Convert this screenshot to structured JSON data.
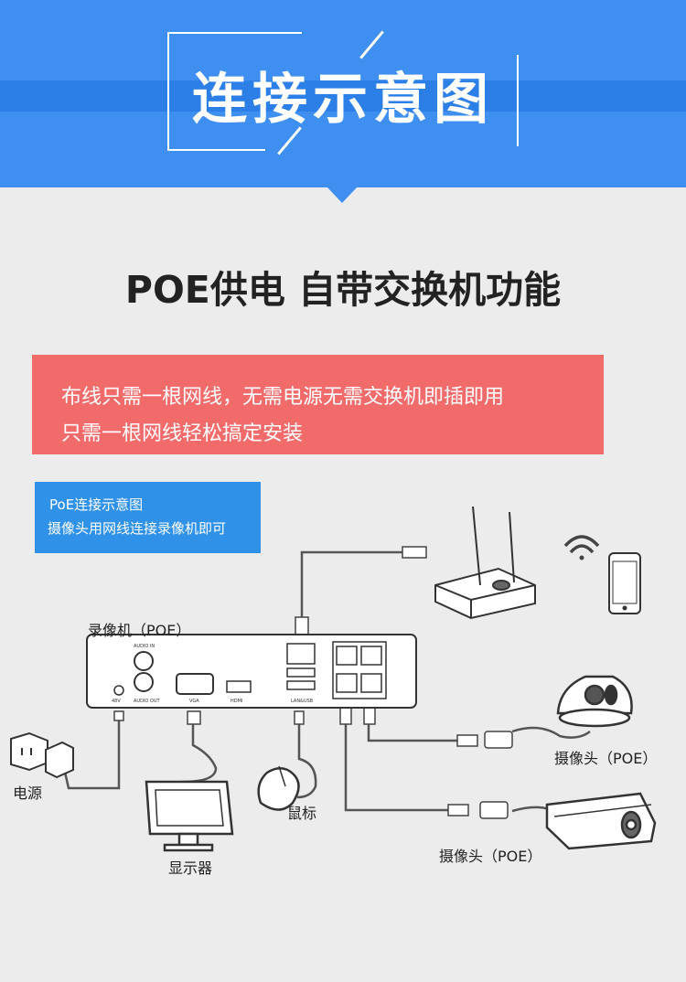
{
  "banner": {
    "title": "连接示意图",
    "color": "#3f8ff0"
  },
  "headline": "POE供电 自带交换机功能",
  "highlight": {
    "line1": "布线只需一根网线，无需电源无需交换机即插即用",
    "line2": "只需一根网线轻松搞定安装",
    "color": "#f26b6b"
  },
  "info_box": {
    "line1": "PoE连接示意图",
    "line2": "摄像头用网线连接录像机即可",
    "color": "#2f91e8"
  },
  "labels": {
    "nvr": "录像机（POE）",
    "power": "电源",
    "monitor": "显示器",
    "mouse": "鼠标",
    "camera_dome": "摄像头（POE）",
    "camera_bullet": "摄像头（POE）"
  },
  "nvr_panel": {
    "audio_in": "AUDIO IN",
    "audio_out": "AUDIO OUT",
    "dc": "48V",
    "vga": "VGA",
    "hdmi": "HDMI",
    "lan_usb": "LAN&USB"
  },
  "icons": [
    "router-icon",
    "wifi-icon",
    "phone-icon",
    "power-adapter-icon",
    "monitor-icon",
    "mouse-icon",
    "dome-camera-icon",
    "bullet-camera-icon"
  ]
}
